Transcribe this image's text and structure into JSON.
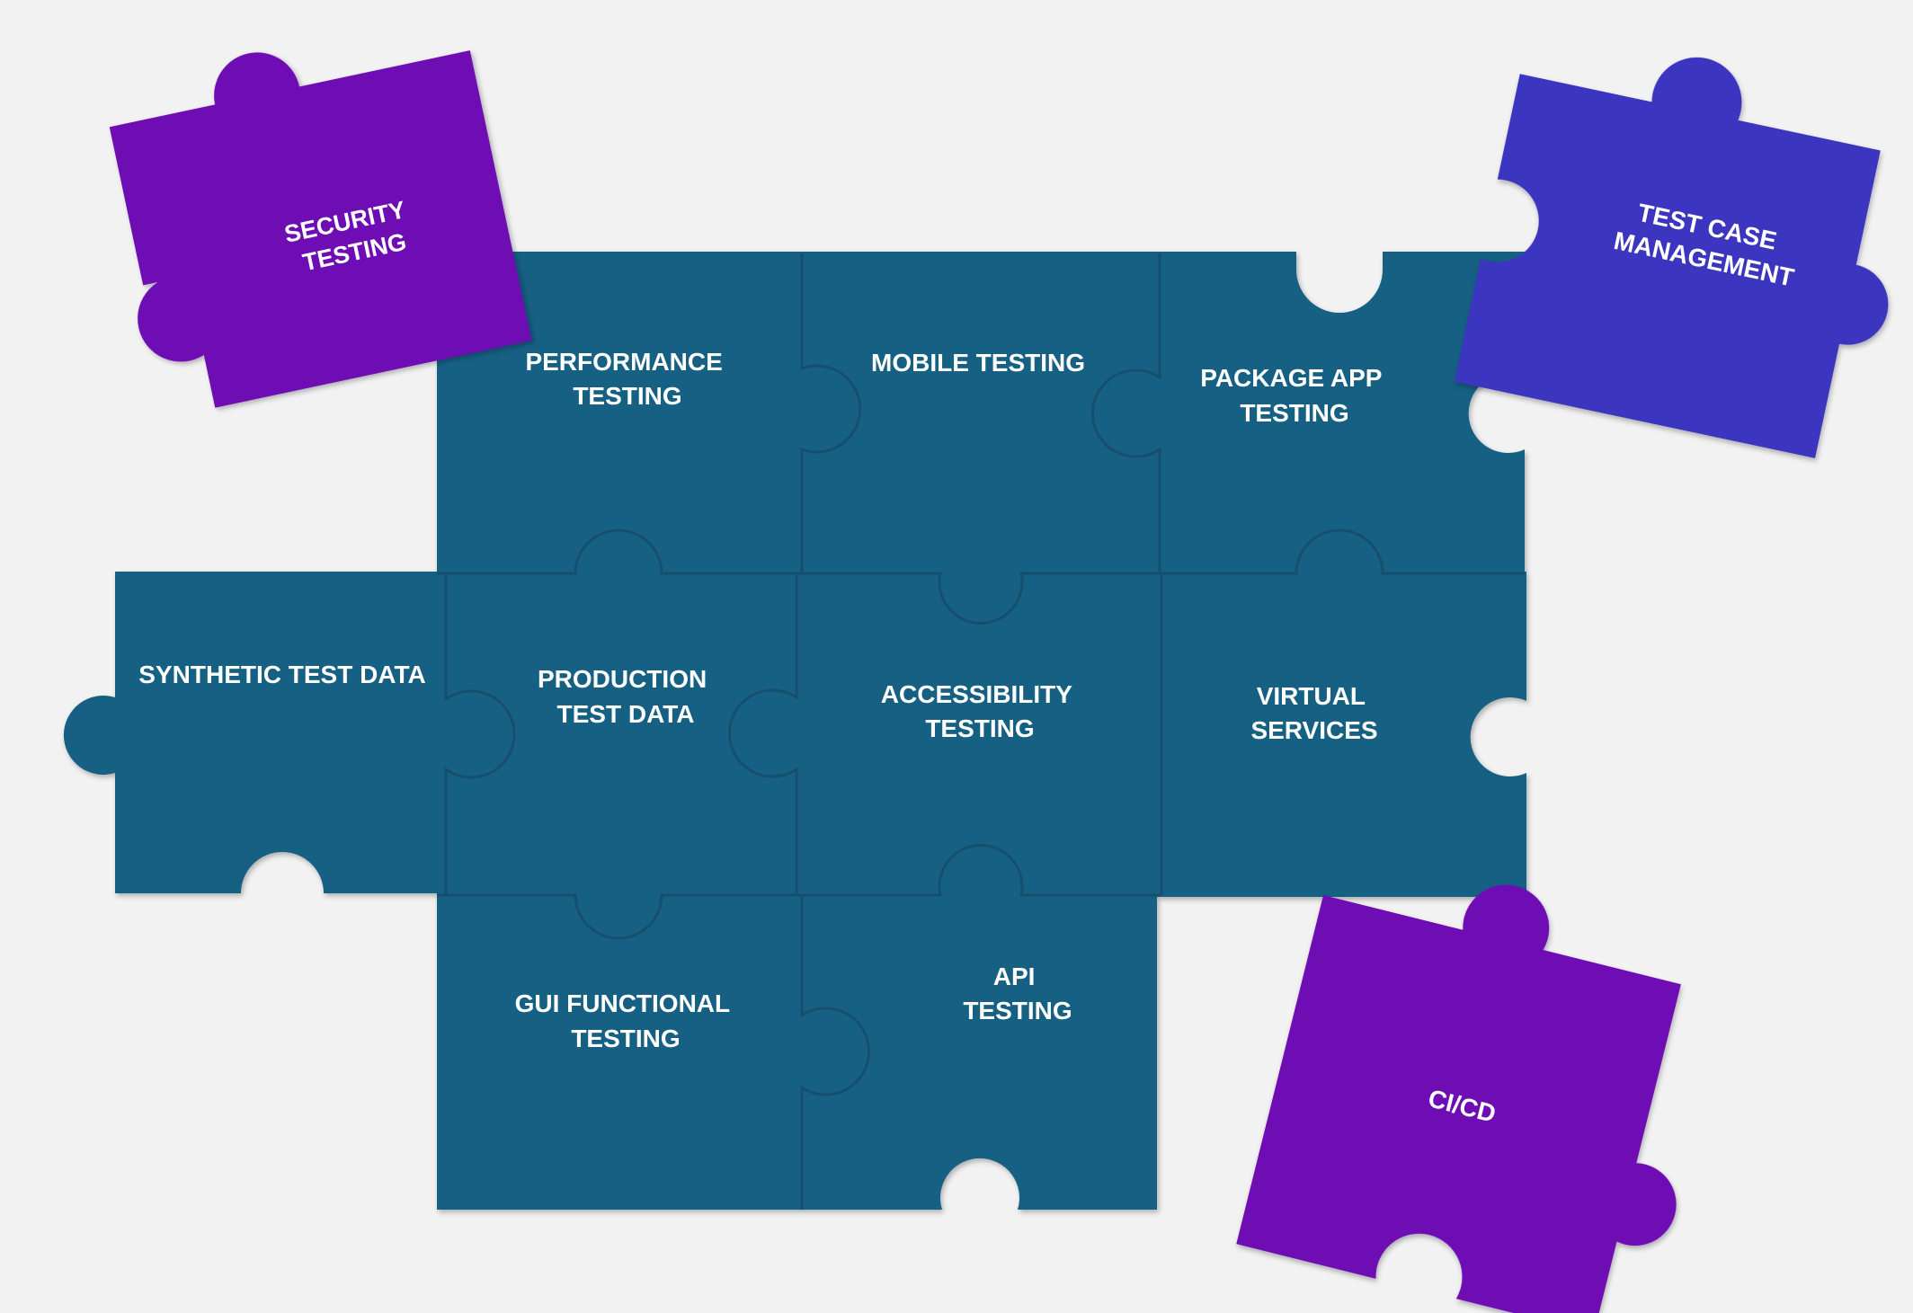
{
  "colors": {
    "background": "#f2f2f2",
    "board_teal": "#186184",
    "purple": "#6e0ab4",
    "indigo": "#3b35c0",
    "text": "#ffffff"
  },
  "pieces": {
    "performance_testing": [
      "PERFORMANCE",
      "TESTING"
    ],
    "mobile_testing": [
      "MOBILE TESTING"
    ],
    "package_app_testing": [
      "PACKAGE APP",
      "TESTING"
    ],
    "synthetic_test_data": [
      "SYNTHETIC TEST DATA"
    ],
    "production_test_data": [
      "PRODUCTION",
      "TEST DATA"
    ],
    "accessibility_testing": [
      "ACCESSIBILITY",
      "TESTING"
    ],
    "virtual_services": [
      "VIRTUAL",
      "SERVICES"
    ],
    "gui_functional_testing": [
      "GUI FUNCTIONAL",
      "TESTING"
    ],
    "api_testing": [
      "API",
      "TESTING"
    ],
    "security_testing": [
      "SECURITY",
      "TESTING"
    ],
    "test_case_management": [
      "TEST CASE",
      "MANAGEMENT"
    ],
    "ci_cd": [
      "CI/CD"
    ]
  }
}
